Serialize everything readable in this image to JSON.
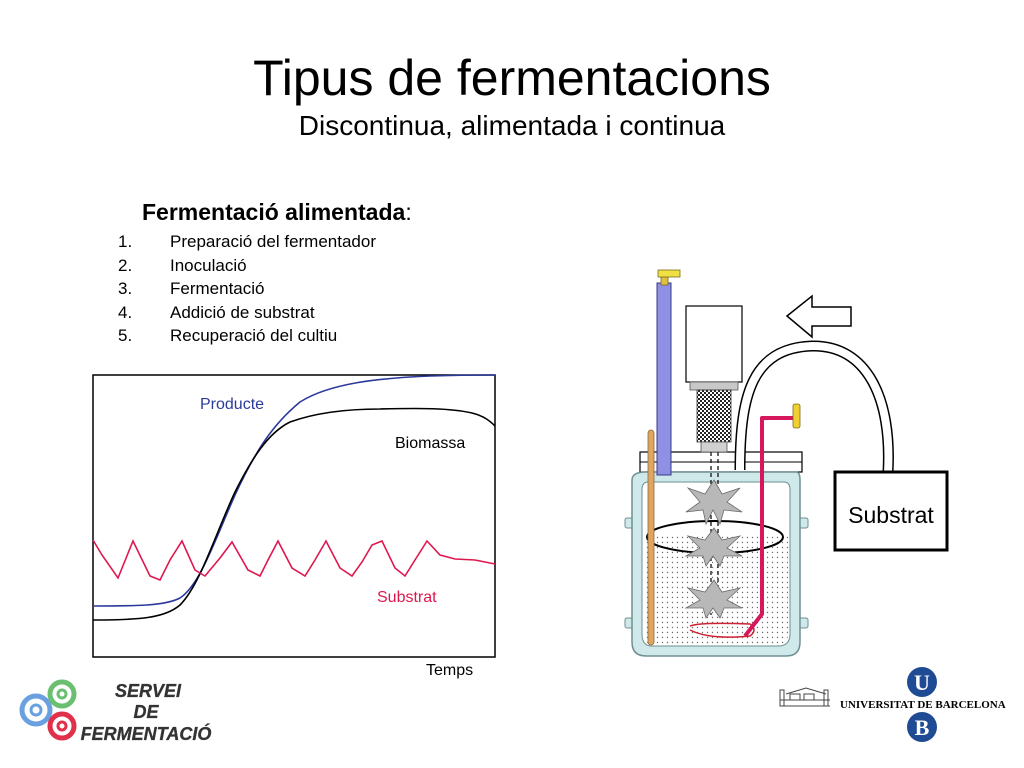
{
  "slide": {
    "title": "Tipus de fermentacions",
    "subtitle": "Discontinua, alimentada i continua"
  },
  "section": {
    "heading_bold": "Fermentació alimentada",
    "heading_suffix": ":",
    "steps": [
      {
        "number": "1.",
        "text": "Preparació del fermentador"
      },
      {
        "number": "2.",
        "text": "Inoculació"
      },
      {
        "number": "3.",
        "text": "Fermentació"
      },
      {
        "number": "4.",
        "text": "Addició de substrat"
      },
      {
        "number": "5.",
        "text": "Recuperació del cultiu"
      }
    ]
  },
  "graph": {
    "series_labels": {
      "producte": "Producte",
      "biomassa": "Biomassa",
      "substrat": "Substrat"
    },
    "xlabel": "Temps",
    "colors": {
      "producte": "#2b3a9b",
      "biomassa": "#000000",
      "substrat": "#e0174f"
    }
  },
  "reactor": {
    "substrate_box_label": "Substrat",
    "colors": {
      "liquid": "#cfe8ea",
      "probe": "#8f8fe3",
      "feed_tube": "#d6175b",
      "thermometer": "#e0a560"
    }
  },
  "logos": {
    "servei": {
      "line1": "SERVEI",
      "line2": "DE",
      "line3": "FERMENTACIÓ"
    },
    "ub": {
      "name": "UNIVERSITAT DE BARCELONA",
      "letter1": "U",
      "letter2": "B",
      "color": "#1f4b95"
    }
  }
}
